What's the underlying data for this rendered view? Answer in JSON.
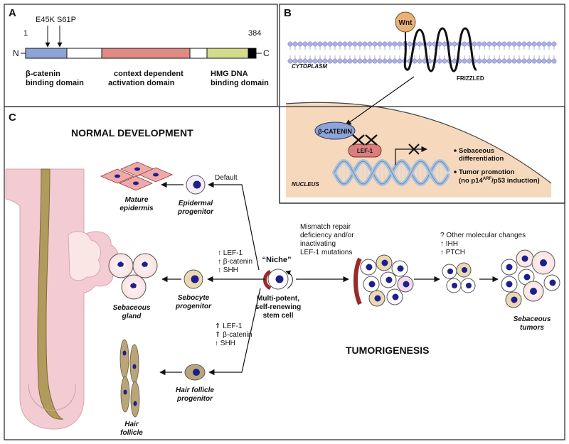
{
  "panel_a": {
    "label": "A",
    "pos_start": "1",
    "pos_end": "384",
    "n_term": "N",
    "c_term": "C",
    "mutation_1": "E45K",
    "mutation_2": "S61P",
    "domain_1_line1": "β-catenin",
    "domain_1_line2": "binding domain",
    "domain_2_line1": "context dependent",
    "domain_2_line2": "activation domain",
    "domain_3_line1": "HMG DNA",
    "domain_3_line2": "binding domain",
    "colors": {
      "domain_1": "#8ea3d6",
      "domain_2": "#e08a85",
      "domain_3": "#d4db8c",
      "tail": "#000000"
    }
  },
  "panel_b": {
    "label": "B",
    "wnt": "Wnt",
    "cytoplasm": "CYTOPLASM",
    "frizzled": "FRIZZLED",
    "beta_catenin": "β-CATENIN",
    "lef1": "LEF-1",
    "nucleus": "NUCLEUS",
    "outcome_1_line1": "Sebaceous",
    "outcome_1_line2": "differentiation",
    "outcome_2_line1": "Tumor promotion",
    "outcome_2_line2_pre": "(no p14",
    "outcome_2_superscript": "ARF",
    "outcome_2_line2_post": "/p53 induction)",
    "colors": {
      "membrane": "#aab2e8",
      "nucleus": "#f6d9bd",
      "wnt": "#e9b27a",
      "catenin": "#8ea3d6",
      "lef": "#d97f7f",
      "dna": "#a9c1dd"
    }
  },
  "panel_c": {
    "label": "C",
    "normal_development": "NORMAL DEVELOPMENT",
    "tumorigenesis": "TUMORIGENESIS",
    "default_label": "Default",
    "epidermal_progenitor_line1": "Epidermal",
    "epidermal_progenitor_line2": "progenitor",
    "mature_epidermis_line1": "Mature",
    "mature_epidermis_line2": "epidermis",
    "seb_signals": [
      "↑ LEF-1",
      "↑ β-catenin",
      "↑ SHH"
    ],
    "sebocyte_progenitor_line1": "Sebocyte",
    "sebocyte_progenitor_line2": "progenitor",
    "sebaceous_gland_line1": "Sebaceous",
    "sebaceous_gland_line2": "gland",
    "hair_signals": [
      "⇑ LEF-1",
      "⇑ β-catenin",
      "↑ SHH"
    ],
    "hair_progenitor_line1": "Hair follicle",
    "hair_progenitor_line2": "progenitor",
    "hair_follicle_line1": "Hair",
    "hair_follicle_line2": "follicle",
    "niche": "“Niche”",
    "stem_line1": "Multi-potent,",
    "stem_line2": "self-renewing",
    "stem_line3": "stem cell",
    "mismatch_lines": [
      "Mismatch repair",
      "deficiency and/or",
      "inactivating",
      "LEF-1 mutations"
    ],
    "other_changes": [
      "? Other molecular changes",
      "↑ IHH",
      "↑ PTCH"
    ],
    "tumors_line1": "Sebaceous",
    "tumors_line2": "tumors",
    "colors": {
      "skin": "#f3cbd3",
      "hair": "#b09a5c",
      "seb": "#fbe6e6",
      "nucleus": "#1d1f8c",
      "niche": "#9a2a2a",
      "progenitor": "#ecd9b3"
    }
  }
}
